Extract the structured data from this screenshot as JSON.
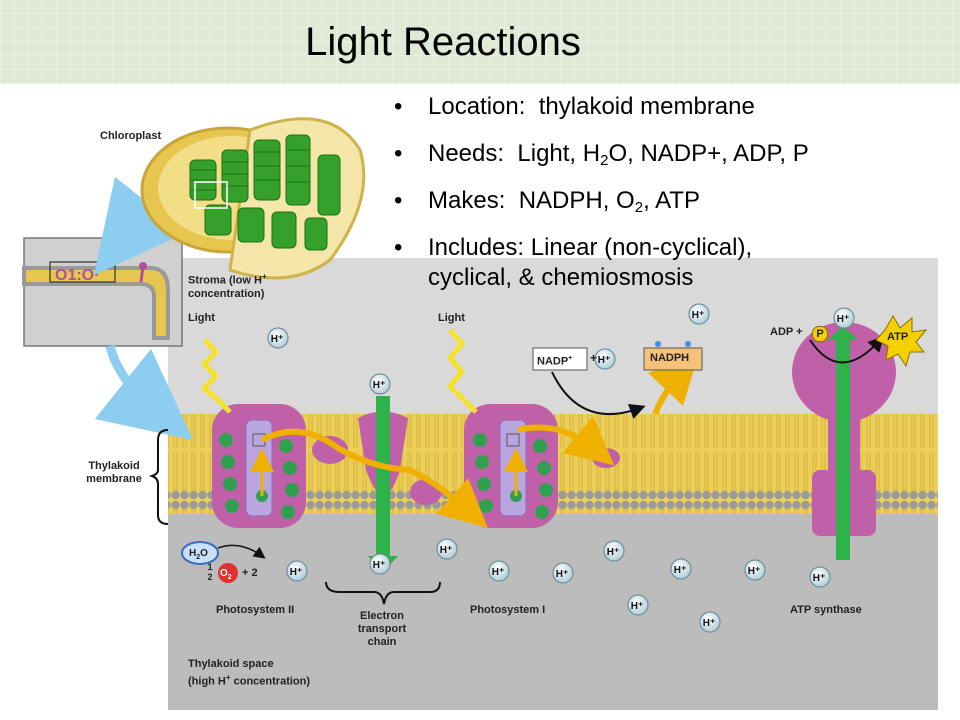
{
  "slide": {
    "title": "Light Reactions",
    "bullets": [
      {
        "label": "Location:",
        "text": "  thylakoid membrane"
      },
      {
        "label": "Needs:",
        "pre": "  Light, H",
        "sub": "2",
        "post": "O, NADP+, ADP, P"
      },
      {
        "label": "Makes:",
        "pre": "  NADPH, O",
        "sub": "2",
        "post": ", ATP"
      },
      {
        "label": "Includes:",
        "text": " Linear (non-cyclical),",
        "line2": "cyclical, & chemiosmosis"
      }
    ]
  },
  "diagram": {
    "chloroplast_label": "Chloroplast",
    "stroma_label_1": "Stroma (low H",
    "stroma_label_2": "concentration)",
    "light_label": "Light",
    "thylakoid_membrane_label_1": "Thylakoid",
    "thylakoid_membrane_label_2": "membrane",
    "thylakoid_space_label_1": "Thylakoid space",
    "thylakoid_space_label_2": "(high H",
    "thylakoid_space_label_3": " concentration)",
    "photosystem_2_label": "Photosystem II",
    "photosystem_1_label": "Photosystem I",
    "etc_label_1": "Electron",
    "etc_label_2": "transport",
    "etc_label_3": "chain",
    "atp_synthase_label": "ATP synthase",
    "hydrogen_ion": "H",
    "plus_sign": "+",
    "water": "H",
    "water_sub": "2",
    "water_o": "O",
    "half": "1",
    "half_den": "2",
    "oxygen": "O",
    "oxygen_sub": "2",
    "two_h": "+ 2",
    "nadp": "NADP",
    "nadph": "NADPH",
    "adp": "ADP +",
    "p": "P",
    "atp": "ATP",
    "colors": {
      "stroma": "#d7d7d7",
      "thylakoid_space": "#b9b9b9",
      "membrane": "#e8c84a",
      "lipid_head": "#9a9a9a",
      "protein": "#c060a8",
      "chlorophyll": "#2fa050",
      "electron_arrow": "#f0b000",
      "proton_channel": "#2db34a",
      "chloroplast_green": "#35a02a"
    }
  }
}
